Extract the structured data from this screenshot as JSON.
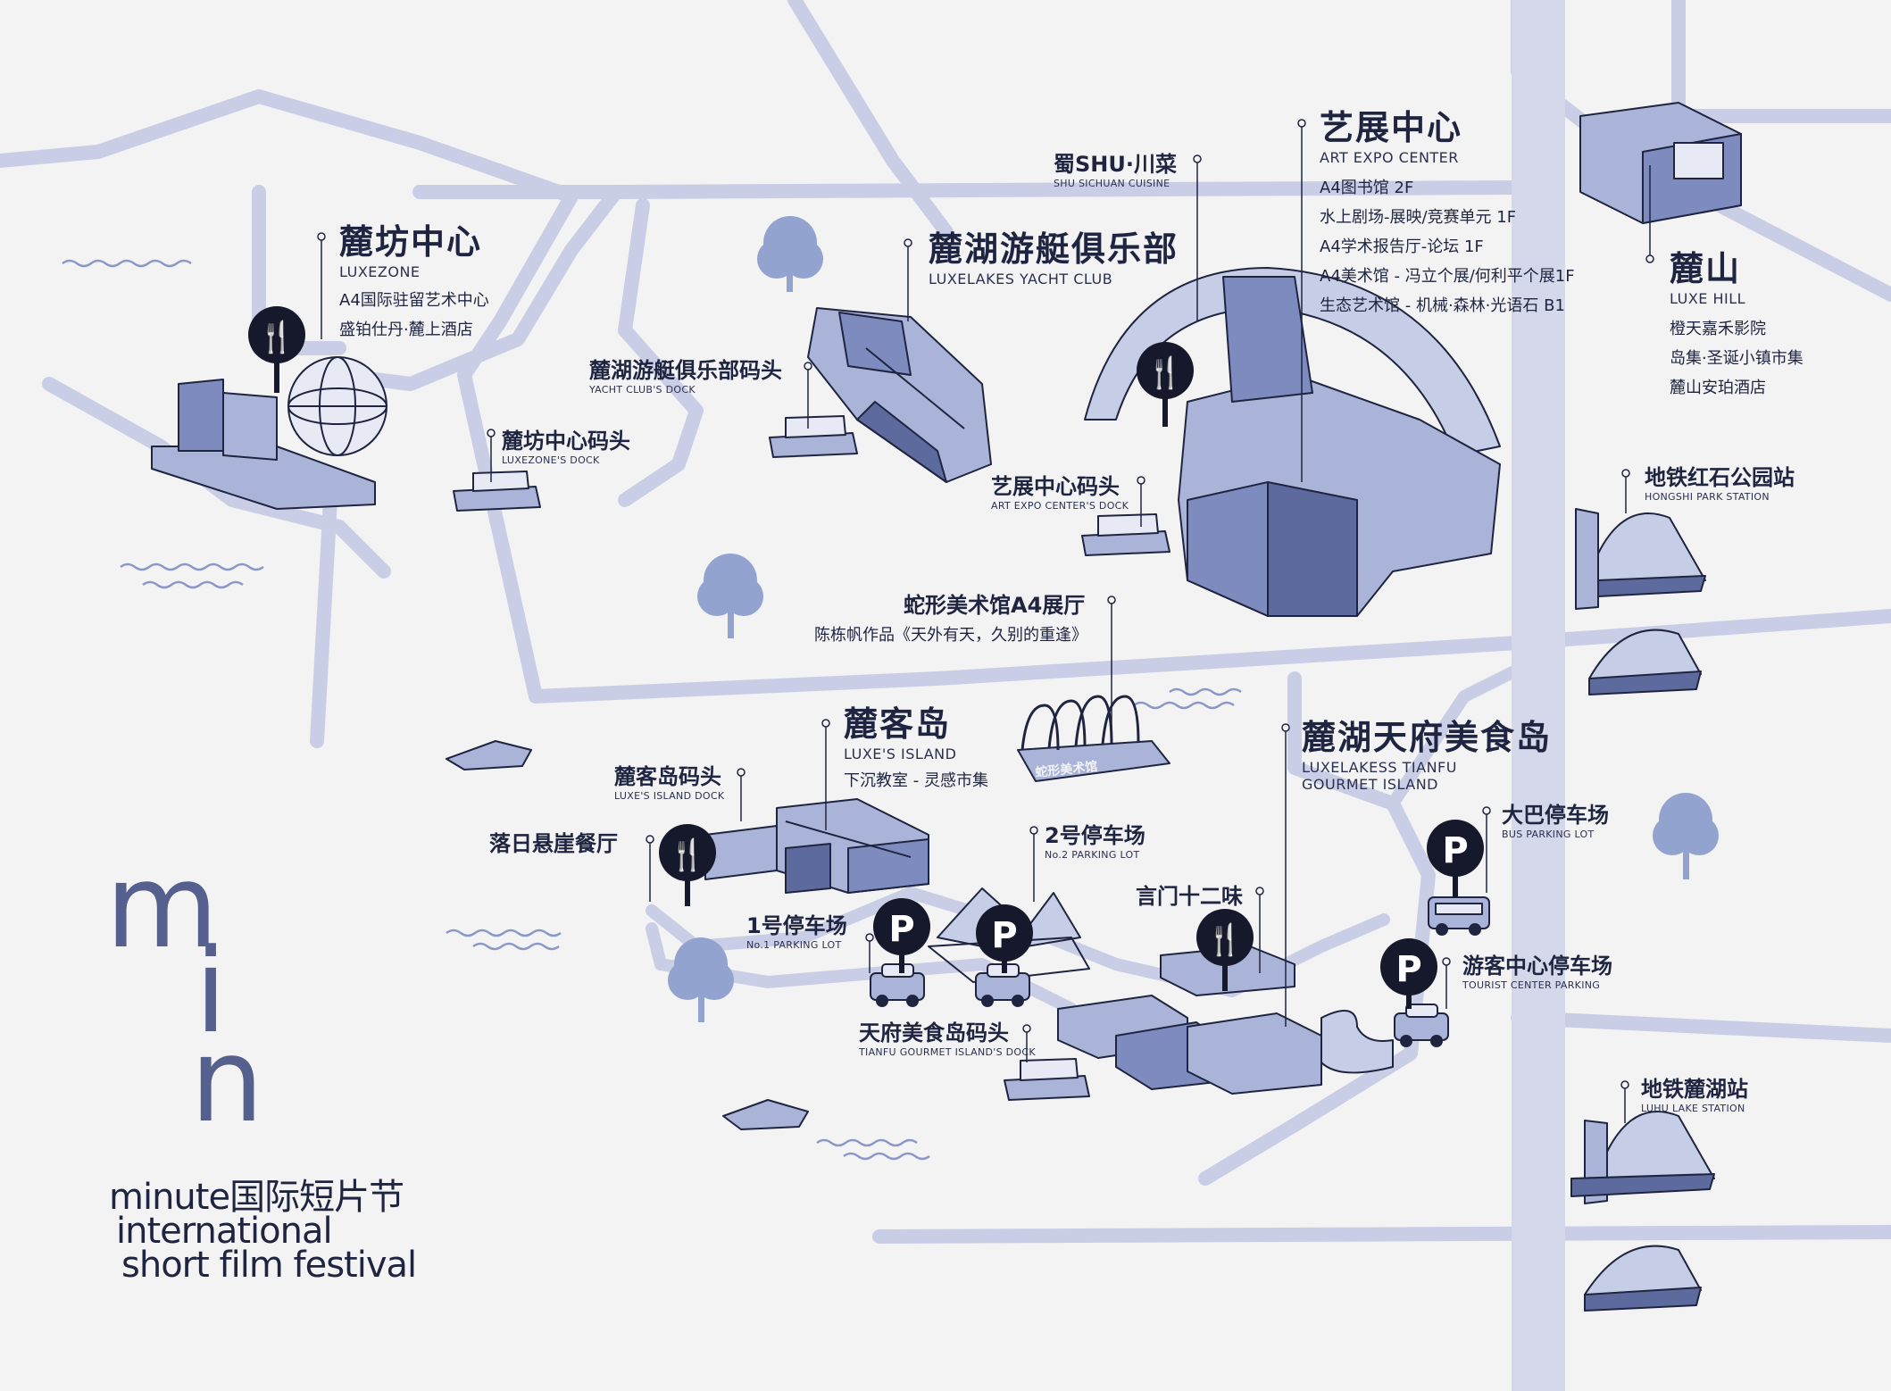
{
  "colors": {
    "background": "#f3f3f4",
    "road": "#c9cde6",
    "main_road": "#d5d8ea",
    "building_fill": "#a9b4d8",
    "building_dark": "#5d6a9e",
    "outline": "#1f2540",
    "tree": "#93a3d0",
    "water_wave": "#8a97c7",
    "pin": "#15192b"
  },
  "places": {
    "luxezone": {
      "name": "麓坊中心",
      "en": "LUXEZONE",
      "details": [
        "A4国际驻留艺术中心",
        "盛铂仕丹·麓上酒店"
      ]
    },
    "yacht_club": {
      "name": "麓湖游艇俱乐部",
      "en": "LUXELAKES YACHT CLUB"
    },
    "shu": {
      "name": "蜀SHU·川菜",
      "en": "SHU SICHUAN CUISINE"
    },
    "art_expo": {
      "name": "艺展中心",
      "en": "ART EXPO CENTER",
      "details": [
        "A4图书馆 2F",
        "水上剧场-展映/竞赛单元 1F",
        "A4学术报告厅-论坛 1F",
        "A4美术馆 - 冯立个展/何利平个展1F",
        "生态艺术馆 - 机械·森林·光语石 B1"
      ]
    },
    "luxe_hill": {
      "name": "麓山",
      "en": "LUXE HILL",
      "details": [
        "橙天嘉禾影院",
        "岛集·圣诞小镇市集",
        "麓山安珀酒店"
      ]
    },
    "yacht_dock": {
      "name": "麓湖游艇俱乐部码头",
      "en": "YACHT CLUB'S DOCK"
    },
    "luxezone_dock": {
      "name": "麓坊中心码头",
      "en": "LUXEZONE'S DOCK"
    },
    "art_expo_dock": {
      "name": "艺展中心码头",
      "en": "ART EXPO CENTER'S DOCK"
    },
    "hongshi": {
      "name": "地铁红石公园站",
      "en": "HONGSHI PARK STATION"
    },
    "serpentine": {
      "name": "蛇形美术馆A4展厅",
      "details": [
        "陈栋帆作品《天外有天，久别的重逢》"
      ]
    },
    "luxe_island": {
      "name": "麓客岛",
      "en": "LUXE'S ISLAND",
      "details": [
        "下沉教室 - 灵感市集"
      ]
    },
    "luxe_island_dock": {
      "name": "麓客岛码头",
      "en": "LUXE'S ISLAND DOCK"
    },
    "sunset": {
      "name": "落日悬崖餐厅"
    },
    "tianfu": {
      "name": "麓湖天府美食岛",
      "en_lines": [
        "LUXELAKESS TIANFU",
        "GOURMET ISLAND"
      ]
    },
    "parking2": {
      "name": "2号停车场",
      "en": "No.2 PARKING LOT"
    },
    "bus_parking": {
      "name": "大巴停车场",
      "en": "BUS PARKING LOT"
    },
    "parking1": {
      "name": "1号停车场",
      "en": "No.1 PARKING LOT"
    },
    "yanmen": {
      "name": "言门十二味"
    },
    "tourist_parking": {
      "name": "游客中心停车场",
      "en": "TOURIST CENTER PARKING"
    },
    "tianfu_dock": {
      "name": "天府美食岛码头",
      "en": "TIANFU GOURMET ISLAND'S DOCK"
    },
    "luhu_station": {
      "name": "地铁麓湖站",
      "en": "LUHU LAKE STATION"
    }
  },
  "pins": {
    "restaurant_glyph": "🍴",
    "parking_glyph": "P"
  },
  "signage": {
    "serpentine_sign": "蛇形美术馆"
  },
  "brand": {
    "logo_letters": [
      "m",
      "i",
      "n"
    ],
    "line1": "minute国际短片节",
    "line2": "international",
    "line3": "short film festival"
  }
}
